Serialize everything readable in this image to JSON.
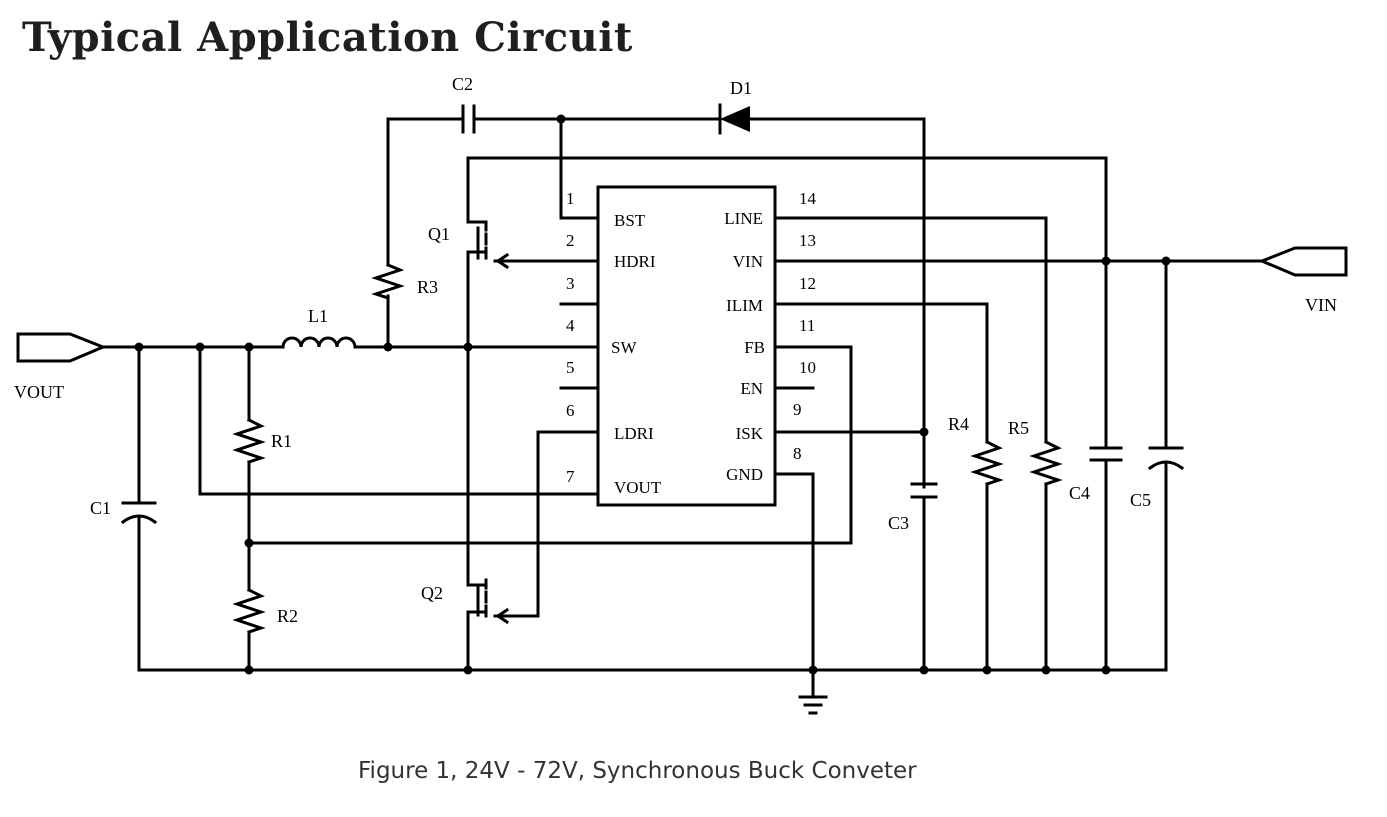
{
  "title": "Typical Application Circuit",
  "caption": "Figure 1, 24V - 72V, Synchronous Buck Conveter",
  "ports": {
    "vout": "VOUT",
    "vin": "VIN"
  },
  "components": {
    "c1": "C1",
    "c2": "C2",
    "c3": "C3",
    "c4": "C4",
    "c5": "C5",
    "d1": "D1",
    "l1": "L1",
    "r1": "R1",
    "r2": "R2",
    "r3": "R3",
    "r4": "R4",
    "r5": "R5",
    "q1": "Q1",
    "q2": "Q2"
  },
  "ic": {
    "left_pins": [
      {
        "num": "1",
        "name": "BST"
      },
      {
        "num": "2",
        "name": "HDRI"
      },
      {
        "num": "3",
        "name": ""
      },
      {
        "num": "4",
        "name": "SW"
      },
      {
        "num": "5",
        "name": ""
      },
      {
        "num": "6",
        "name": "LDRI"
      },
      {
        "num": "7",
        "name": "VOUT"
      }
    ],
    "right_pins": [
      {
        "num": "14",
        "name": "LINE"
      },
      {
        "num": "13",
        "name": "VIN"
      },
      {
        "num": "12",
        "name": "ILIM"
      },
      {
        "num": "11",
        "name": "FB"
      },
      {
        "num": "10",
        "name": "EN"
      },
      {
        "num": "9",
        "name": "ISK"
      },
      {
        "num": "8",
        "name": "GND"
      }
    ]
  }
}
